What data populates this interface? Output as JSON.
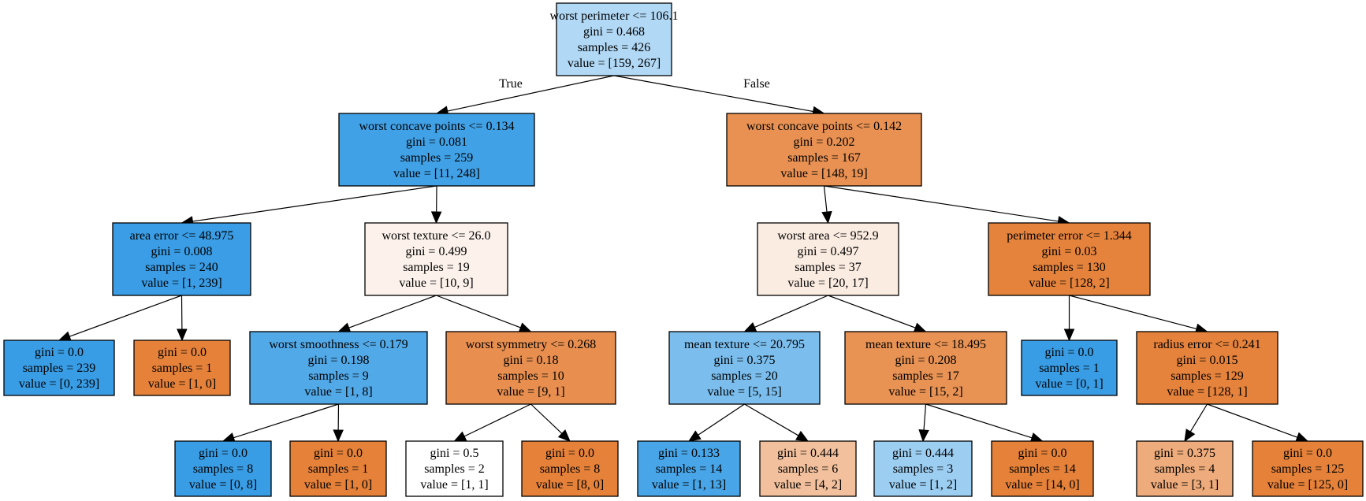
{
  "nodes": [
    {
      "id": "n0",
      "lines": [
        "worst perimeter <= 106.1",
        "gini = 0.468",
        "samples = 426",
        "value = [159, 267]"
      ],
      "fill": "#b1d8f5"
    },
    {
      "id": "n1",
      "lines": [
        "worst concave points <= 0.134",
        "gini = 0.081",
        "samples = 259",
        "value = [11, 248]"
      ],
      "fill": "#41a1e6"
    },
    {
      "id": "n2",
      "lines": [
        "area error <= 48.975",
        "gini = 0.008",
        "samples = 240",
        "value = [1, 239]"
      ],
      "fill": "#3a9de5"
    },
    {
      "id": "n3",
      "lines": [
        "gini = 0.0",
        "samples = 239",
        "value = [0, 239]"
      ],
      "fill": "#399de5"
    },
    {
      "id": "n4",
      "lines": [
        "gini = 0.0",
        "samples = 1",
        "value = [1, 0]"
      ],
      "fill": "#e58139"
    },
    {
      "id": "n5",
      "lines": [
        "worst texture <= 26.0",
        "gini = 0.499",
        "samples = 19",
        "value = [10, 9]"
      ],
      "fill": "#fcf2eb"
    },
    {
      "id": "n6",
      "lines": [
        "worst smoothness <= 0.179",
        "gini = 0.198",
        "samples = 9",
        "value = [1, 8]"
      ],
      "fill": "#52a9e8"
    },
    {
      "id": "n7",
      "lines": [
        "gini = 0.0",
        "samples = 8",
        "value = [0, 8]"
      ],
      "fill": "#399de5"
    },
    {
      "id": "n8",
      "lines": [
        "gini = 0.0",
        "samples = 1",
        "value = [1, 0]"
      ],
      "fill": "#e58139"
    },
    {
      "id": "n9",
      "lines": [
        "worst symmetry <= 0.268",
        "gini = 0.18",
        "samples = 10",
        "value = [9, 1]"
      ],
      "fill": "#e88f4f"
    },
    {
      "id": "n10",
      "lines": [
        "gini = 0.5",
        "samples = 2",
        "value = [1, 1]"
      ],
      "fill": "#ffffff"
    },
    {
      "id": "n11",
      "lines": [
        "gini = 0.0",
        "samples = 8",
        "value = [8, 0]"
      ],
      "fill": "#e58139"
    },
    {
      "id": "n12",
      "lines": [
        "worst concave points <= 0.142",
        "gini = 0.202",
        "samples = 167",
        "value = [148, 19]"
      ],
      "fill": "#e89152"
    },
    {
      "id": "n13",
      "lines": [
        "worst area <= 952.9",
        "gini = 0.497",
        "samples = 37",
        "value = [20, 17]"
      ],
      "fill": "#fbece1"
    },
    {
      "id": "n14",
      "lines": [
        "mean texture <= 20.795",
        "gini = 0.375",
        "samples = 20",
        "value = [5, 15]"
      ],
      "fill": "#7bbeee"
    },
    {
      "id": "n15",
      "lines": [
        "gini = 0.133",
        "samples = 14",
        "value = [1, 13]"
      ],
      "fill": "#48a5e7"
    },
    {
      "id": "n16",
      "lines": [
        "gini = 0.444",
        "samples = 6",
        "value = [4, 2]"
      ],
      "fill": "#f2c09c"
    },
    {
      "id": "n17",
      "lines": [
        "mean texture <= 18.495",
        "gini = 0.208",
        "samples = 17",
        "value = [15, 2]"
      ],
      "fill": "#e89253"
    },
    {
      "id": "n18",
      "lines": [
        "gini = 0.444",
        "samples = 3",
        "value = [1, 2]"
      ],
      "fill": "#9ccef2"
    },
    {
      "id": "n19",
      "lines": [
        "gini = 0.0",
        "samples = 14",
        "value = [14, 0]"
      ],
      "fill": "#e58139"
    },
    {
      "id": "n20",
      "lines": [
        "perimeter error <= 1.344",
        "gini = 0.03",
        "samples = 130",
        "value = [128, 2]"
      ],
      "fill": "#e5833c"
    },
    {
      "id": "n21",
      "lines": [
        "gini = 0.0",
        "samples = 1",
        "value = [0, 1]"
      ],
      "fill": "#399de5"
    },
    {
      "id": "n22",
      "lines": [
        "radius error <= 0.241",
        "gini = 0.015",
        "samples = 129",
        "value = [128, 1]"
      ],
      "fill": "#e5823b"
    },
    {
      "id": "n23",
      "lines": [
        "gini = 0.375",
        "samples = 4",
        "value = [3, 1]"
      ],
      "fill": "#eeab7b"
    },
    {
      "id": "n24",
      "lines": [
        "gini = 0.0",
        "samples = 125",
        "value = [125, 0]"
      ],
      "fill": "#e58139"
    }
  ],
  "edges": [
    {
      "from": "n0",
      "to": "n1",
      "label": "True"
    },
    {
      "from": "n0",
      "to": "n12",
      "label": "False"
    },
    {
      "from": "n1",
      "to": "n2"
    },
    {
      "from": "n1",
      "to": "n5"
    },
    {
      "from": "n2",
      "to": "n3"
    },
    {
      "from": "n2",
      "to": "n4"
    },
    {
      "from": "n5",
      "to": "n6"
    },
    {
      "from": "n5",
      "to": "n9"
    },
    {
      "from": "n6",
      "to": "n7"
    },
    {
      "from": "n6",
      "to": "n8"
    },
    {
      "from": "n9",
      "to": "n10"
    },
    {
      "from": "n9",
      "to": "n11"
    },
    {
      "from": "n12",
      "to": "n13"
    },
    {
      "from": "n12",
      "to": "n20"
    },
    {
      "from": "n13",
      "to": "n14"
    },
    {
      "from": "n13",
      "to": "n17"
    },
    {
      "from": "n14",
      "to": "n15"
    },
    {
      "from": "n14",
      "to": "n16"
    },
    {
      "from": "n17",
      "to": "n18"
    },
    {
      "from": "n17",
      "to": "n19"
    },
    {
      "from": "n20",
      "to": "n21"
    },
    {
      "from": "n20",
      "to": "n22"
    },
    {
      "from": "n22",
      "to": "n23"
    },
    {
      "from": "n22",
      "to": "n24"
    }
  ]
}
